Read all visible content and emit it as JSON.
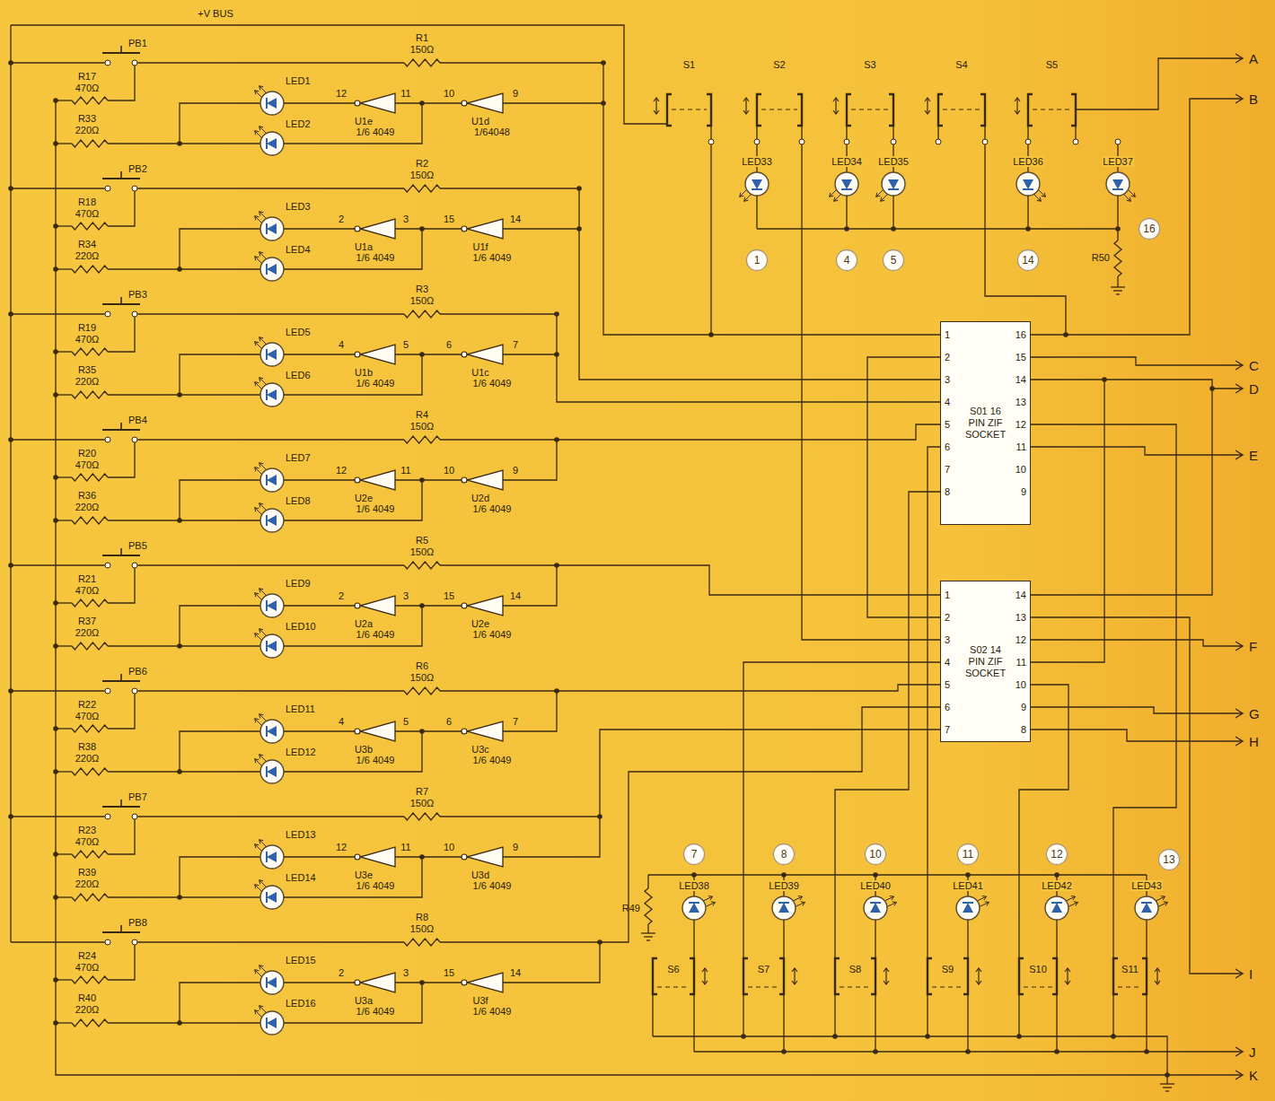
{
  "diagram": {
    "nodes": [
      {
        "text": [
          "1"
        ]
      },
      {
        "text": [
          "4"
        ]
      },
      {
        "text": [
          "5"
        ]
      },
      {
        "text": [
          "14"
        ]
      },
      {
        "text": [
          "16"
        ]
      },
      {
        "text": [
          "S01 16 PIN ZIF SOCKET"
        ]
      },
      {
        "text": [
          "S02 14 PIN ZIF SOCKET"
        ]
      },
      {
        "text": [
          "7"
        ]
      },
      {
        "text": [
          "8"
        ]
      },
      {
        "text": [
          "10"
        ]
      },
      {
        "text": [
          "11"
        ]
      },
      {
        "text": [
          "12"
        ]
      },
      {
        "text": [
          "13"
        ]
      }
    ],
    "labels": [
      "+V BUS",
      "PB1",
      "R1",
      "150Ω",
      "R17",
      "470Ω",
      "R33",
      "220Ω",
      "LED1",
      "LED2",
      "12",
      "11",
      "U1e",
      "1/6 4049",
      "10",
      "9",
      "U1d",
      "1/64048",
      "PB2",
      "R2",
      "150Ω",
      "R18",
      "470Ω",
      "R34",
      "220Ω",
      "LED3",
      "LED4",
      "2",
      "3",
      "U1a",
      "1/6 4049",
      "15",
      "14",
      "U1f",
      "1/6 4049",
      "PB3",
      "R3",
      "150Ω",
      "R19",
      "470Ω",
      "R35",
      "220Ω",
      "LED5",
      "LED6",
      "4",
      "5",
      "U1b",
      "1/6 4049",
      "6",
      "7",
      "U1c",
      "1/6 4049",
      "PB4",
      "R4",
      "150Ω",
      "R20",
      "470Ω",
      "R36",
      "220Ω",
      "LED7",
      "LED8",
      "12",
      "11",
      "U2e",
      "1/6 4049",
      "10",
      "9",
      "U2d",
      "1/6 4049",
      "PB5",
      "R5",
      "150Ω",
      "R21",
      "470Ω",
      "R37",
      "220Ω",
      "LED9",
      "LED10",
      "2",
      "3",
      "U2a",
      "1/6 4049",
      "15",
      "14",
      "U2e",
      "1/6 4049",
      "PB6",
      "R6",
      "150Ω",
      "R22",
      "470Ω",
      "R38",
      "220Ω",
      "LED11",
      "LED12",
      "4",
      "5",
      "U3b",
      "1/6 4049",
      "6",
      "7",
      "U3c",
      "1/6 4049",
      "PB7",
      "R7",
      "150Ω",
      "R23",
      "470Ω",
      "R39",
      "220Ω",
      "LED13",
      "LED14",
      "12",
      "11",
      "U3e",
      "1/6 4049",
      "10",
      "9",
      "U3d",
      "1/6 4049",
      "PB8",
      "R8",
      "150Ω",
      "R24",
      "470Ω",
      "R40",
      "220Ω",
      "LED15",
      "LED16",
      "2",
      "3",
      "U3a",
      "1/6 4049",
      "15",
      "14",
      "U3f",
      "1/6 4049",
      "S1",
      "S2",
      "S3",
      "S4",
      "S5",
      "LED33",
      "LED34",
      "LED35",
      "LED36",
      "LED37",
      "R50",
      "1",
      "2",
      "3",
      "4",
      "5",
      "6",
      "7",
      "8",
      "16",
      "15",
      "14",
      "13",
      "12",
      "11",
      "10",
      "9",
      "1",
      "2",
      "3",
      "4",
      "5",
      "6",
      "7",
      "14",
      "13",
      "12",
      "11",
      "10",
      "9",
      "8",
      "LED38",
      "LED39",
      "LED40",
      "LED41",
      "LED42",
      "LED43",
      "R49",
      "S6",
      "S7",
      "S8",
      "S9",
      "S10",
      "S11",
      "A",
      "B",
      "C",
      "D",
      "E",
      "F",
      "G",
      "H",
      "I",
      "J",
      "K"
    ]
  }
}
